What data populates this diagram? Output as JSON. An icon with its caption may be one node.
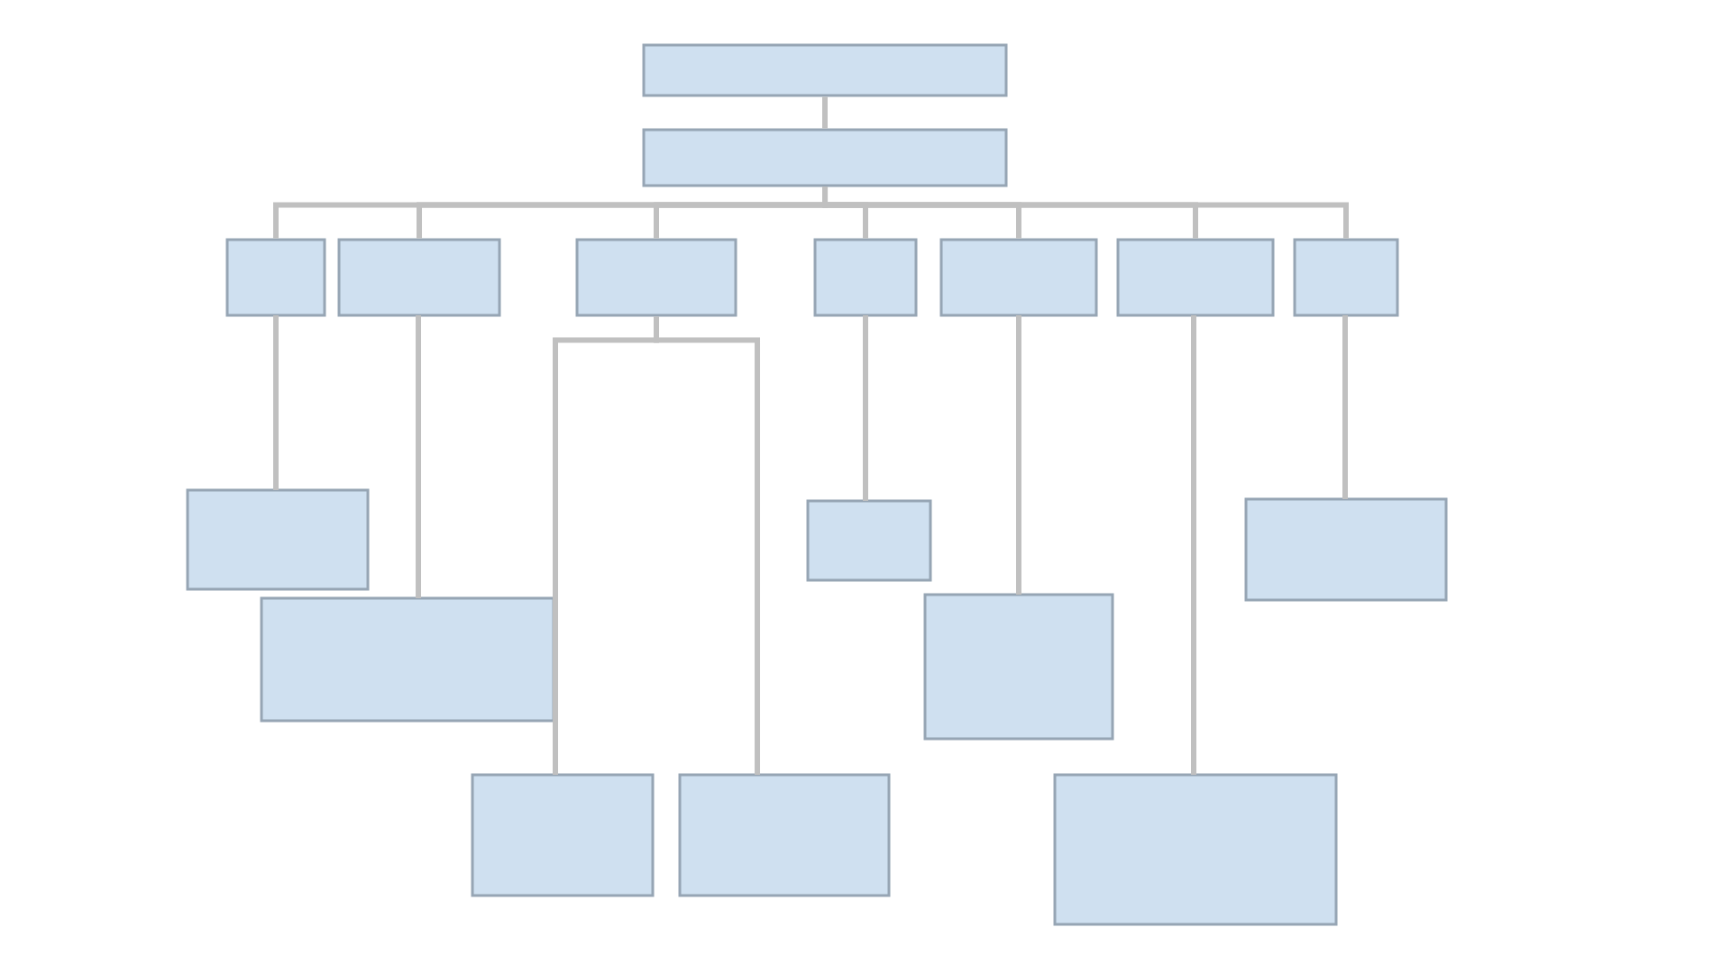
{
  "diagram": {
    "nodes": [
      {
        "text": [],
        "shape": "box"
      },
      {
        "text": [],
        "shape": "box"
      },
      {
        "text": [],
        "shape": "box"
      },
      {
        "text": [],
        "shape": "box"
      },
      {
        "text": [],
        "shape": "box"
      },
      {
        "text": [],
        "shape": "box"
      },
      {
        "text": [],
        "shape": "box"
      },
      {
        "text": [],
        "shape": "box"
      },
      {
        "text": [],
        "shape": "box"
      },
      {
        "text": [],
        "shape": "box"
      },
      {
        "text": [],
        "shape": "box"
      },
      {
        "text": [],
        "shape": "box"
      },
      {
        "text": [],
        "shape": "box"
      },
      {
        "text": [],
        "shape": "box"
      },
      {
        "text": [],
        "shape": "box"
      },
      {
        "text": [],
        "shape": "box"
      },
      {
        "text": [],
        "shape": "box"
      }
    ],
    "edges": [
      {
        "from": 0,
        "to": 1,
        "arrow": "none"
      },
      {
        "from": 1,
        "to": 2,
        "arrow": "none"
      },
      {
        "from": 1,
        "to": 3,
        "arrow": "none"
      },
      {
        "from": 1,
        "to": 4,
        "arrow": "none"
      },
      {
        "from": 1,
        "to": 5,
        "arrow": "none"
      },
      {
        "from": 1,
        "to": 6,
        "arrow": "none"
      },
      {
        "from": 1,
        "to": 7,
        "arrow": "none"
      },
      {
        "from": 1,
        "to": 8,
        "arrow": "none"
      },
      {
        "from": 2,
        "to": 9,
        "arrow": "none"
      },
      {
        "from": 3,
        "to": 10,
        "arrow": "none"
      },
      {
        "from": 4,
        "to": 11,
        "arrow": "none"
      },
      {
        "from": 4,
        "to": 12,
        "arrow": "none"
      },
      {
        "from": 5,
        "to": 13,
        "arrow": "none"
      },
      {
        "from": 6,
        "to": 14,
        "arrow": "none"
      },
      {
        "from": 7,
        "to": 15,
        "arrow": "none"
      },
      {
        "from": 8,
        "to": 16,
        "arrow": "none"
      }
    ]
  }
}
